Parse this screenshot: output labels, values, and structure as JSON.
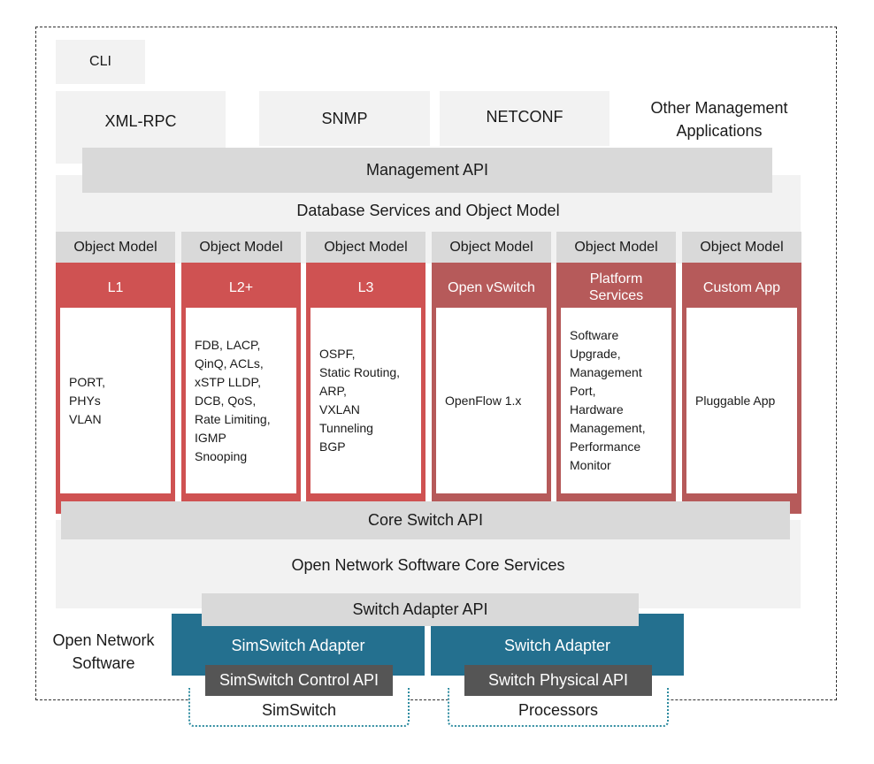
{
  "management": {
    "cli": "CLI",
    "xml_rpc": "XML-RPC",
    "snmp": "SNMP",
    "netconf": "NETCONF",
    "other_apps_line1": "Other Management",
    "other_apps_line2": "Applications",
    "management_api": "Management API"
  },
  "database": {
    "title": "Database Services and Object  Model"
  },
  "modules": [
    {
      "object_model": "Object Model",
      "name": "L1",
      "content": "PORT,\nPHYs\nVLAN",
      "color": "#cf5252"
    },
    {
      "object_model": "Object Model",
      "name": "L2+",
      "content": "FDB, LACP,\nQinQ, ACLs,\nxSTP LLDP,\nDCB, QoS,\nRate Limiting,\nIGMP\nSnooping",
      "color": "#cf5252"
    },
    {
      "object_model": "Object Model",
      "name": "L3",
      "content": "OSPF,\nStatic Routing,\nARP,\nVXLAN\nTunneling\nBGP",
      "color": "#cf5252"
    },
    {
      "object_model": "Object Model",
      "name": "Open vSwitch",
      "content": "OpenFlow 1.x",
      "color": "#b65a5a"
    },
    {
      "object_model": "Object Model",
      "name": "Platform\nServices",
      "content": "Software\nUpgrade,\nManagement\nPort,\nHardware\nManagement,\nPerformance\nMonitor",
      "color": "#b65a5a"
    },
    {
      "object_model": "Object Model",
      "name": "Custom App",
      "content": "Pluggable App",
      "color": "#b65a5a"
    }
  ],
  "core": {
    "core_switch_api": "Core Switch API",
    "core_services": "Open Network Software Core Services",
    "switch_adapter_api": "Switch Adapter API"
  },
  "adapters": {
    "simswitch_adapter": "SimSwitch Adapter",
    "switch_adapter": "Switch Adapter",
    "simswitch_control_api": "SimSwitch Control API",
    "switch_physical_api": "Switch Physical API",
    "simswitch": "SimSwitch",
    "processors": "Processors"
  },
  "open_network_software_line1": "Open Network",
  "open_network_software_line2": "Software"
}
